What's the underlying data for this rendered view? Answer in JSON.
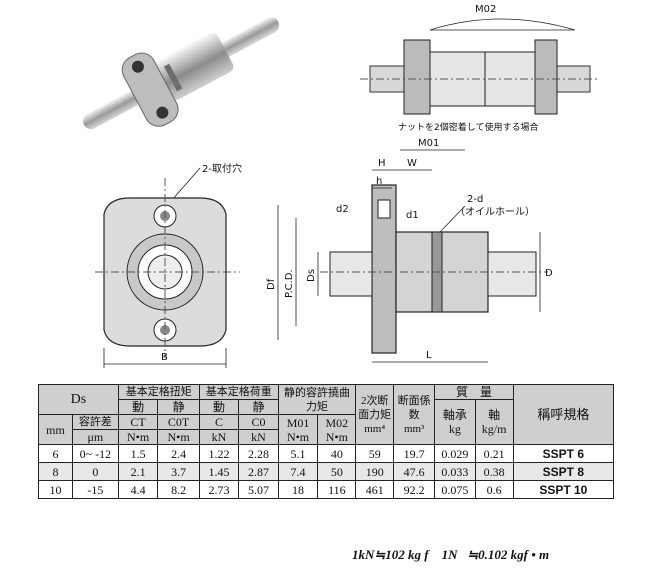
{
  "figure": {
    "labels": {
      "m02": "M02",
      "m01": "M01",
      "mount_hole": "2-取付穴",
      "pair_caption": "ナットを2個密着して使用する場合",
      "h": "H",
      "h_small": "h",
      "w": "W",
      "d2": "d2",
      "d1": "d1",
      "oil_hole": "2-d",
      "oil_hole_sub": "（オイルホール）",
      "df": "Df",
      "pcd": "P.C.D.",
      "ds": "Ds",
      "d_outer": "D",
      "l": "L",
      "b": "B"
    }
  },
  "table": {
    "head": {
      "ds": "Ds",
      "torque": "基本定格扭矩",
      "load": "基本定格荷重",
      "moment": "静的容許撓曲力矩",
      "inertia": "2次断面力矩",
      "area": "断面係数",
      "mass": "質　量",
      "part": "稱呼規格",
      "dynamic": "動",
      "static": "静",
      "ct": "CT",
      "c0t": "C0T",
      "c": "C",
      "c0": "C0",
      "m01": "M01",
      "m02": "M02",
      "bearing": "軸承",
      "shaft": "軸",
      "tolerance": "容許差"
    },
    "units": [
      "mm",
      "μm",
      "N•m",
      "N•m",
      "kN",
      "kN",
      "N•m",
      "N•m",
      "mm⁴",
      "mm³",
      "kg",
      "kg/m"
    ],
    "rows": [
      {
        "ds": "6",
        "tol": "0~ -12",
        "ct": "1.5",
        "c0t": "2.4",
        "c": "1.22",
        "c0": "2.28",
        "m01": "5.1",
        "m02": "40",
        "i": "59",
        "z": "19.7",
        "nut": "0.029",
        "shaft": "0.21",
        "part": "SSPT 6"
      },
      {
        "ds": "8",
        "tol": "0",
        "ct": "2.1",
        "c0t": "3.7",
        "c": "1.45",
        "c0": "2.87",
        "m01": "7.4",
        "m02": "50",
        "i": "190",
        "z": "47.6",
        "nut": "0.033",
        "shaft": "0.38",
        "part": "SSPT 8"
      },
      {
        "ds": "10",
        "tol": "-15",
        "ct": "4.4",
        "c0t": "8.2",
        "c": "2.73",
        "c0": "5.07",
        "m01": "18",
        "m02": "116",
        "i": "461",
        "z": "92.2",
        "nut": "0.075",
        "shaft": "0.6",
        "part": "SSPT 10"
      }
    ]
  },
  "footnote": "1kN≒102 kg f    1N   ≒0.102 kgf • m"
}
